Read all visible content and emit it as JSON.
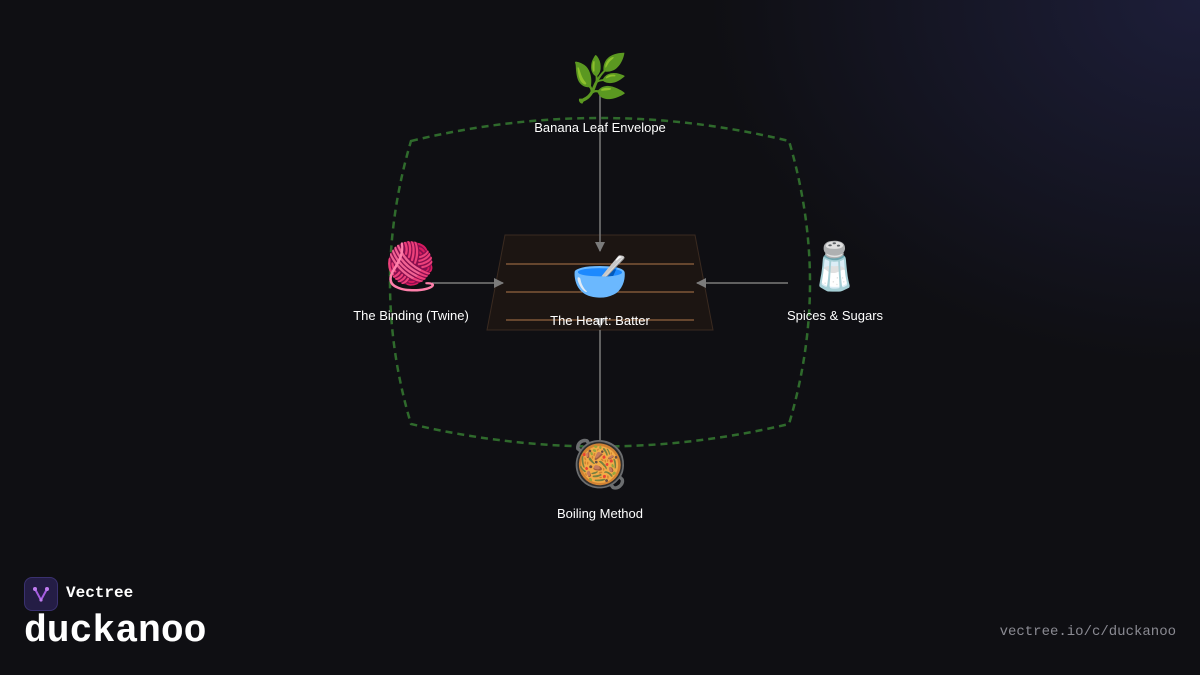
{
  "diagram": {
    "nodes": [
      {
        "id": "top",
        "icon": "herb-icon",
        "glyph": "🌿",
        "label": "Banana Leaf Envelope"
      },
      {
        "id": "left",
        "icon": "yarn-ball-icon",
        "glyph": "🧶",
        "label": "The Binding (Twine)"
      },
      {
        "id": "center",
        "icon": "bowl-with-spoon-icon",
        "glyph": "🥣",
        "label": "The Heart: Batter"
      },
      {
        "id": "right",
        "icon": "salt-shaker-icon",
        "glyph": "🧂",
        "label": "Spices & Sugars"
      },
      {
        "id": "bottom",
        "icon": "pan-of-food-icon",
        "glyph": "🥘",
        "label": "Boiling Method"
      }
    ],
    "colors": {
      "envelope_border": "#2f6a2c",
      "center_fill": "#1c1512",
      "center_lines": "#b0784a",
      "connector": "#7b7b7b"
    }
  },
  "branding": {
    "logo_icon": "vectree-logo-icon",
    "brand_name": "Vectree",
    "handle": "duckanoo",
    "url": "vectree.io/c/duckanoo",
    "logo_color": "#a45de0"
  }
}
